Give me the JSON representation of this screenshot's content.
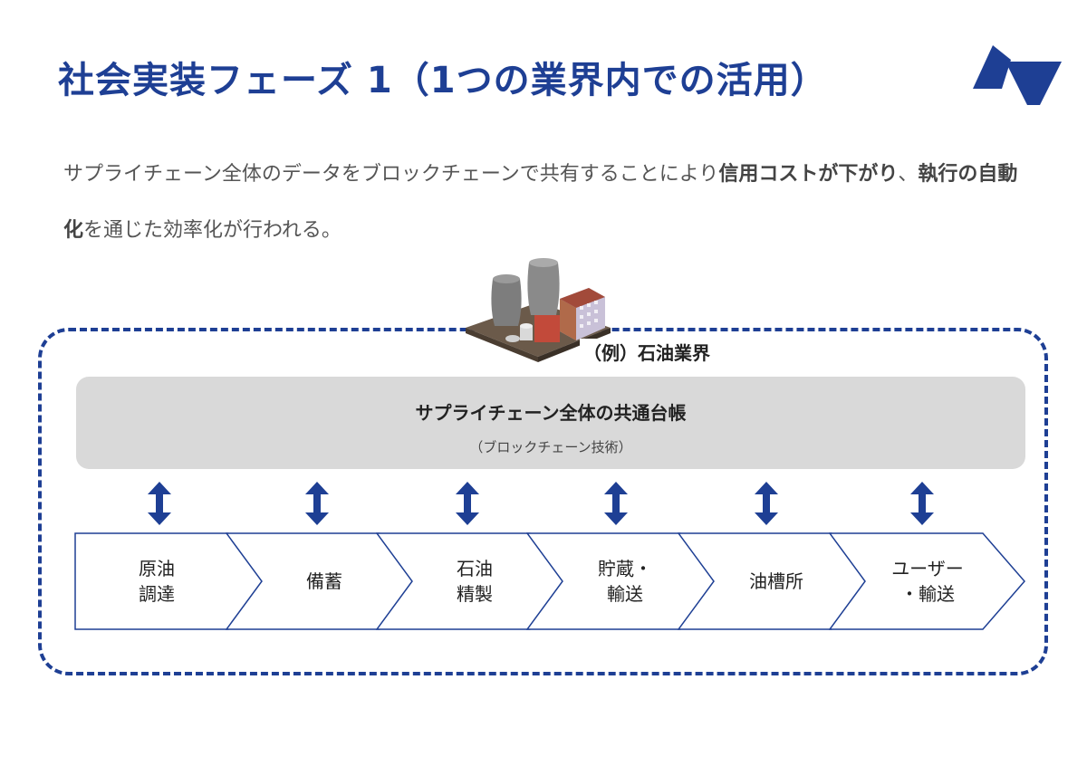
{
  "title": "社会実装フェーズ 1（1つの業界内での活用）",
  "logo": {
    "icon": "company-logo-icon",
    "color": "#1e3f94"
  },
  "description": {
    "p1": "サプライチェーン全体のデータをブロックチェーンで共有することにより",
    "b1": "信用コストが下がり",
    "p2": "、",
    "b2": "執行の自動化",
    "p3": "を通じた効率化が行われる。"
  },
  "example_label": "（例）石油業界",
  "factory_icon": "factory-illustration-icon",
  "ledger": {
    "title": "サプライチェーン全体の共通台帳",
    "subtitle": "（ブロックチェーン技術）"
  },
  "stages": [
    {
      "line1": "原油",
      "line2": "調達"
    },
    {
      "line1": "備蓄",
      "line2": ""
    },
    {
      "line1": "石油",
      "line2": "精製"
    },
    {
      "line1": "貯蔵・",
      "line2": "輸送"
    },
    {
      "line1": "油槽所",
      "line2": ""
    },
    {
      "line1": "ユーザー",
      "line2": "・輸送"
    }
  ],
  "colors": {
    "accent": "#1e3f94",
    "ledger_bg": "#d9d9d9"
  }
}
